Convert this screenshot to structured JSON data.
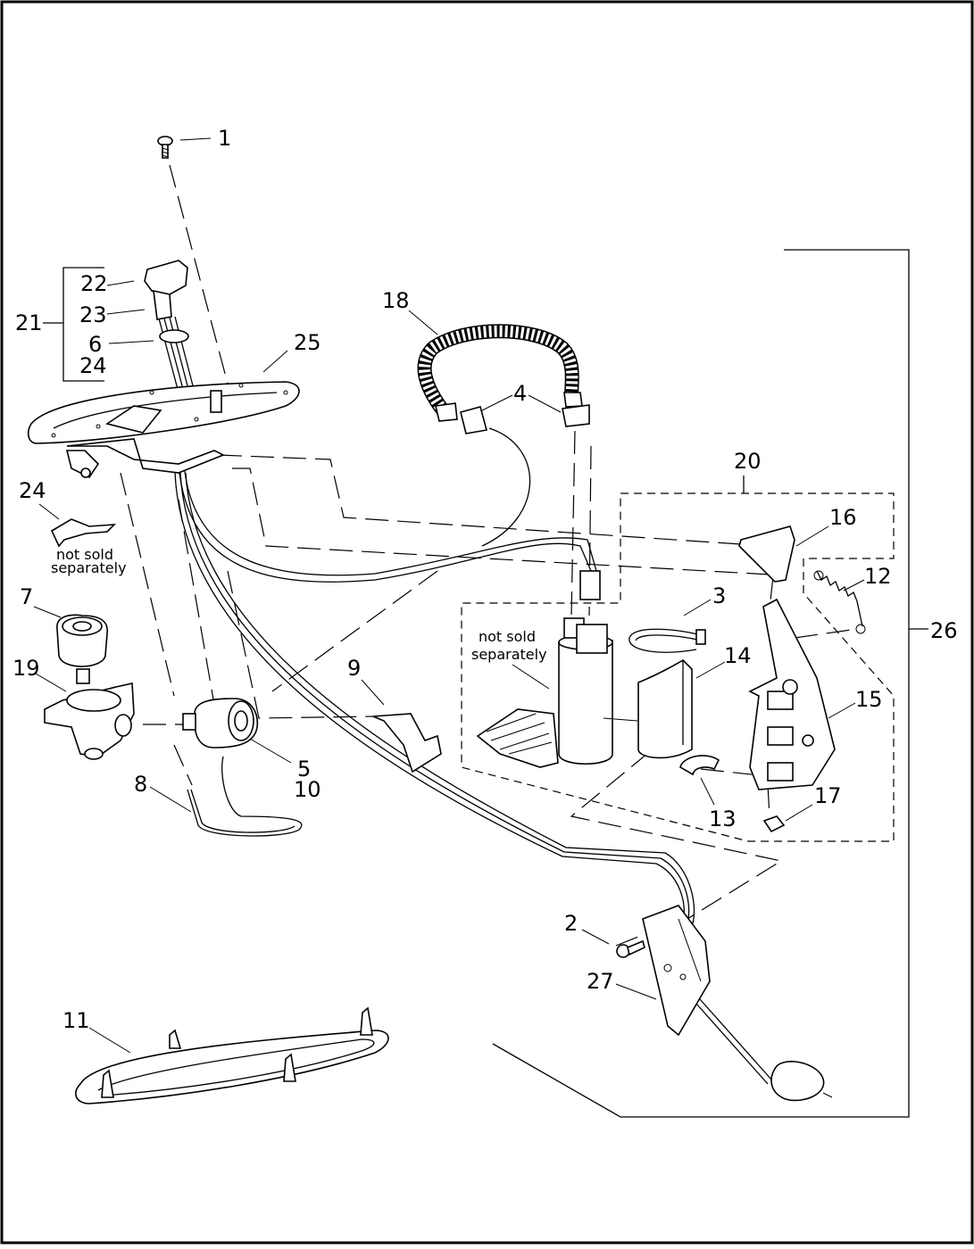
{
  "callouts": {
    "c1": "1",
    "c2": "2",
    "c3": "3",
    "c4": "4",
    "c5": "5",
    "c6": "6",
    "c7": "7",
    "c8": "8",
    "c9": "9",
    "c10": "10",
    "c11": "11",
    "c12": "12",
    "c13": "13",
    "c14": "14",
    "c15": "15",
    "c16": "16",
    "c17": "17",
    "c18": "18",
    "c19": "19",
    "c20": "20",
    "c21": "21",
    "c22": "22",
    "c23": "23",
    "c24a": "24",
    "c24b": "24",
    "c25": "25",
    "c26": "26",
    "c27": "27"
  },
  "notes": {
    "clip_line1": "not sold",
    "clip_line2": "separately",
    "pump_line1": "not sold",
    "pump_line2": "separately"
  }
}
